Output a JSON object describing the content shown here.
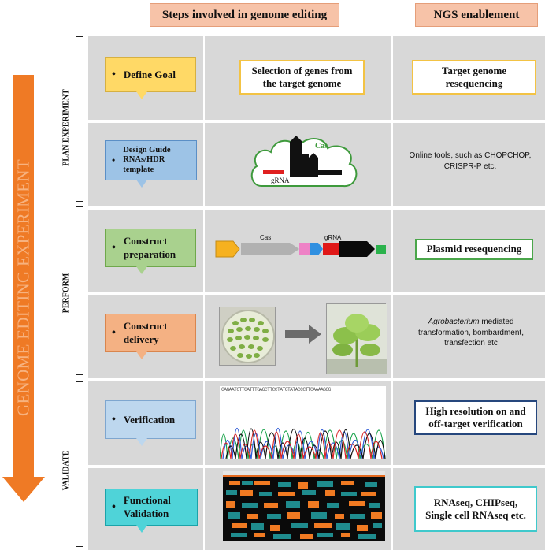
{
  "headers": {
    "steps": "Steps involved in genome editing",
    "ngs": "NGS enablement"
  },
  "side": {
    "title": "GENOME EDITING EXPERIMENT",
    "phases": {
      "plan": "PLAN EXPERIMENT",
      "perform": "PERFORM",
      "validate": "VALIDATE"
    }
  },
  "colors": {
    "arrow": "#ef7a25",
    "define_goal": "#ffd966",
    "design_guide": "#9dc3e6",
    "construct_prep": "#a9d18e",
    "construct_delivery": "#f4b183",
    "verification": "#bdd7ee",
    "functional_validation": "#4fd3d8",
    "row_bg": "#d8d8d8"
  },
  "rows": [
    {
      "step": "Define Goal",
      "middle_text": "Selection of genes from\nthe target genome",
      "ngs": "Target genome\nresequencing"
    },
    {
      "step": "Design Guide\nRNAs/HDR\ntemplate",
      "diagram_labels": {
        "cas": "Cas",
        "grna": "gRNA"
      },
      "ngs": "Online tools, such as CHOPCHOP,\nCRISPR-P etc."
    },
    {
      "step": "Construct\npreparation",
      "plasmid_labels": {
        "cas": "Cas",
        "grna": "gRNA"
      },
      "ngs": "Plasmid resequencing"
    },
    {
      "step": "Construct\ndelivery",
      "images": [
        "petri-dish-explants",
        "regenerated-plantlet"
      ],
      "ngs_italic": "Agrobacterium",
      "ngs": " mediated\ntransformation, bombardment,\ntransfection etc"
    },
    {
      "step": "Verification",
      "image": "sanger-chromatogram",
      "ngs": "High resolution on and\noff-target verification"
    },
    {
      "step": "Functional\nValidation",
      "image": "expression-heatmap",
      "ngs": "RNAseq, CHIPseq,\nSingle cell RNAseq etc."
    }
  ],
  "chromatogram_sequence": "GAGAATCTTGATTTGAGCTTCCTATGTATACCCTTCAAAAGGG"
}
